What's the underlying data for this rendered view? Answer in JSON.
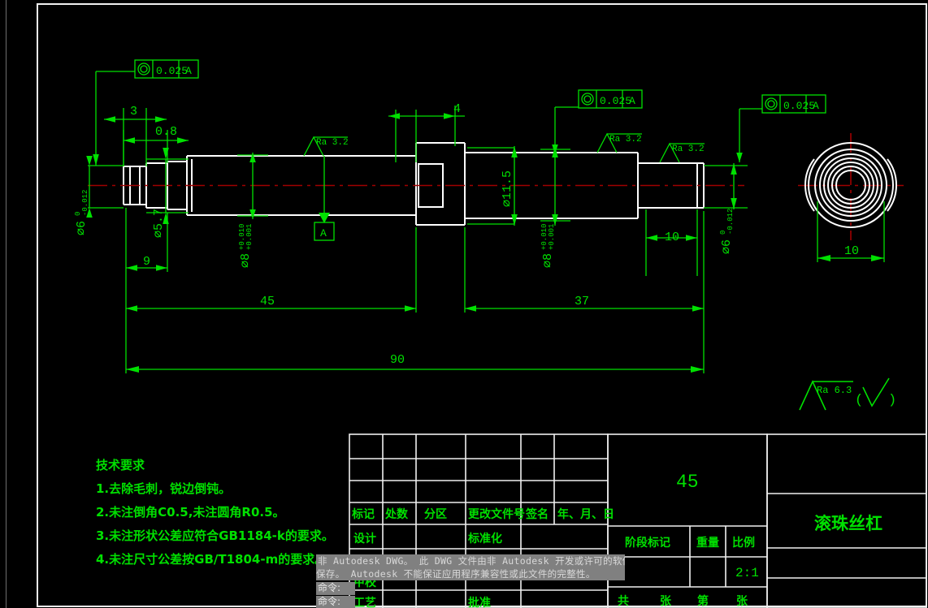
{
  "app": {
    "watermark_line1": "非 Autodesk DWG。  此 DWG 文件由非 Autodesk 开发或许可的软件应用程序",
    "watermark_line2": "保存。 Autodesk 不能保证应用程序兼容性或此文件的完整性。",
    "command_prompt_1": "命令:",
    "command_prompt_2": "命令:"
  },
  "drawing": {
    "title": "滚珠丝杠",
    "material": "45",
    "scale_value": "2:1",
    "general_roughness": "Ra 6.3",
    "general_roughness_paren_open": "(",
    "general_roughness_paren_close": ")"
  },
  "tech_notes": {
    "heading": "技术要求",
    "items": [
      "1.去除毛刺，锐边倒钝。",
      "2.未注倒角C0.5,未注圆角R0.5。",
      "3.未注形状公差应符合GB1184-k的要求。",
      "4.未注尺寸公差按GB/T1804-m的要求。"
    ]
  },
  "dimensions": {
    "d_3": "3",
    "d_0_8": "0.8",
    "d_4": "4",
    "d_9": "9",
    "d_10_right": "10",
    "d_10_endview": "10",
    "d_45": "45",
    "d_37": "37",
    "d_90": "90",
    "dia_6_left": "⌀6",
    "dia_6_left_upper": "0",
    "dia_6_left_lower": "-0.012",
    "dia_5_7": "⌀5.7",
    "dia_8_left": "⌀8",
    "dia_8_left_upper": "+0.010",
    "dia_8_left_lower": "+0.001",
    "dia_8_right": "⌀8",
    "dia_8_right_upper": "+0.010",
    "dia_8_right_lower": "+0.001",
    "dia_11_5": "⌀11.5",
    "dia_6_right": "⌀6",
    "dia_6_right_upper": "0",
    "dia_6_right_lower": "-0.012"
  },
  "gdt": {
    "frames": [
      {
        "symbol": "concentricity-icon",
        "tolerance": "0.025",
        "datum": "A"
      },
      {
        "symbol": "concentricity-icon",
        "tolerance": "0.025",
        "datum": "A"
      },
      {
        "symbol": "concentricity-icon",
        "tolerance": "0.025",
        "datum": "A"
      }
    ],
    "datum_label": "A"
  },
  "surface_finish": [
    {
      "label": "Ra 3.2"
    },
    {
      "label": "Ra 3.2"
    },
    {
      "label": "Ra 3.2"
    }
  ],
  "title_block": {
    "rev_headers": [
      "标记",
      "处数",
      "分区",
      "更改文件号",
      "签名",
      "年、月、日"
    ],
    "rows": [
      {
        "c1": "设计",
        "c4": "标准化"
      },
      {
        "c1": "甲校",
        "c4": ""
      },
      {
        "c1": "工艺",
        "c4": "批准"
      }
    ],
    "stage_label": "阶段标记",
    "weight_label": "重量",
    "scale_label": "比例",
    "scale_value": "2:1",
    "sheet_total_prefix": "共",
    "sheet_total_unit": "张",
    "sheet_no_prefix": "第",
    "sheet_no_unit": "张"
  },
  "colors": {
    "background": "#000000",
    "geometry": "#ffffff",
    "annotation": "#00e000",
    "centerline": "#a00000",
    "frame": "#f0f0f0",
    "watermark_bg": "#808080"
  }
}
